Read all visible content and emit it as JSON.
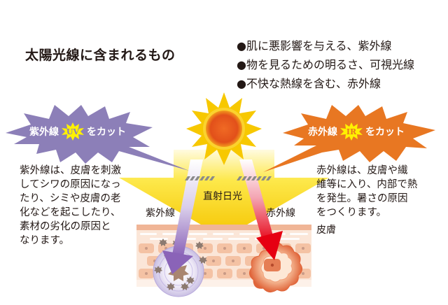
{
  "title": "太陽光線に含まれるもの",
  "bullets": [
    "●肌に悪影響を与える、紫外線",
    "●物を見るための明るさ、可視光線",
    "●不快な熱線を含む、赤外線"
  ],
  "uv_burst": {
    "prefix": "紫外線",
    "badge": "UV",
    "suffix": "をカット",
    "color": "#8c7fb8"
  },
  "ir_burst": {
    "prefix": "赤外線",
    "badge": "IR",
    "suffix": "をカット",
    "color": "#e87722"
  },
  "uv_description": [
    "紫外線は、皮膚を刺激",
    "してシワの原因になっ",
    "たり、シミや皮膚の老",
    "化などを起こしたり、",
    "素材の劣化の原因と",
    "なります。"
  ],
  "ir_description": [
    "赤外線は、皮膚や繊",
    "維等に入り、内部で熱",
    "を発生。暑さの原因",
    "をつくります。"
  ],
  "labels": {
    "direct_sunlight": "直射日光",
    "uv": "紫外線",
    "ir": "赤外線",
    "skin": "皮膚"
  },
  "colors": {
    "sun_core": "#e8541e",
    "sun_rays": "#f7c800",
    "beam_yellow": "#fbe23a",
    "skin": "#f3c8ae",
    "uv_arrow": "#8a63b8",
    "ir_arrow": "#e60012"
  }
}
